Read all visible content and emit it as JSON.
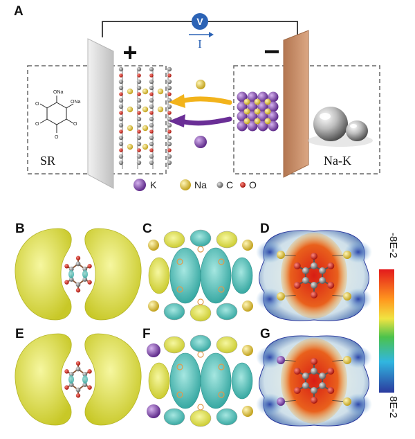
{
  "panel_labels": [
    "A",
    "B",
    "C",
    "D",
    "E",
    "F",
    "G"
  ],
  "schematic": {
    "voltage_symbol": "V",
    "current_symbol": "I",
    "positive_sign": "+",
    "negative_sign": "−",
    "left_label": "SR",
    "right_label": "Na-K",
    "molecule_substituents": [
      "ONa",
      "ONa",
      "O",
      "O",
      "O",
      "O"
    ]
  },
  "legend": [
    {
      "symbol": "K",
      "color": "#7b3fa8"
    },
    {
      "symbol": "Na",
      "color": "#e3cc4f"
    },
    {
      "symbol": "C",
      "color": "#888888"
    },
    {
      "symbol": "O",
      "color": "#d42a1f"
    }
  ],
  "colorbar": {
    "top_label": "-8E-2",
    "bottom_label": "8E-2"
  },
  "colors": {
    "positive_electrode": "#d9d9d9",
    "negative_electrode": "#c98e68",
    "na_arrow": "#f2b31b",
    "k_arrow": "#6a2e96",
    "isosurface_yellow": "#d6d63a",
    "isosurface_cyan": "#3cb8b2"
  }
}
